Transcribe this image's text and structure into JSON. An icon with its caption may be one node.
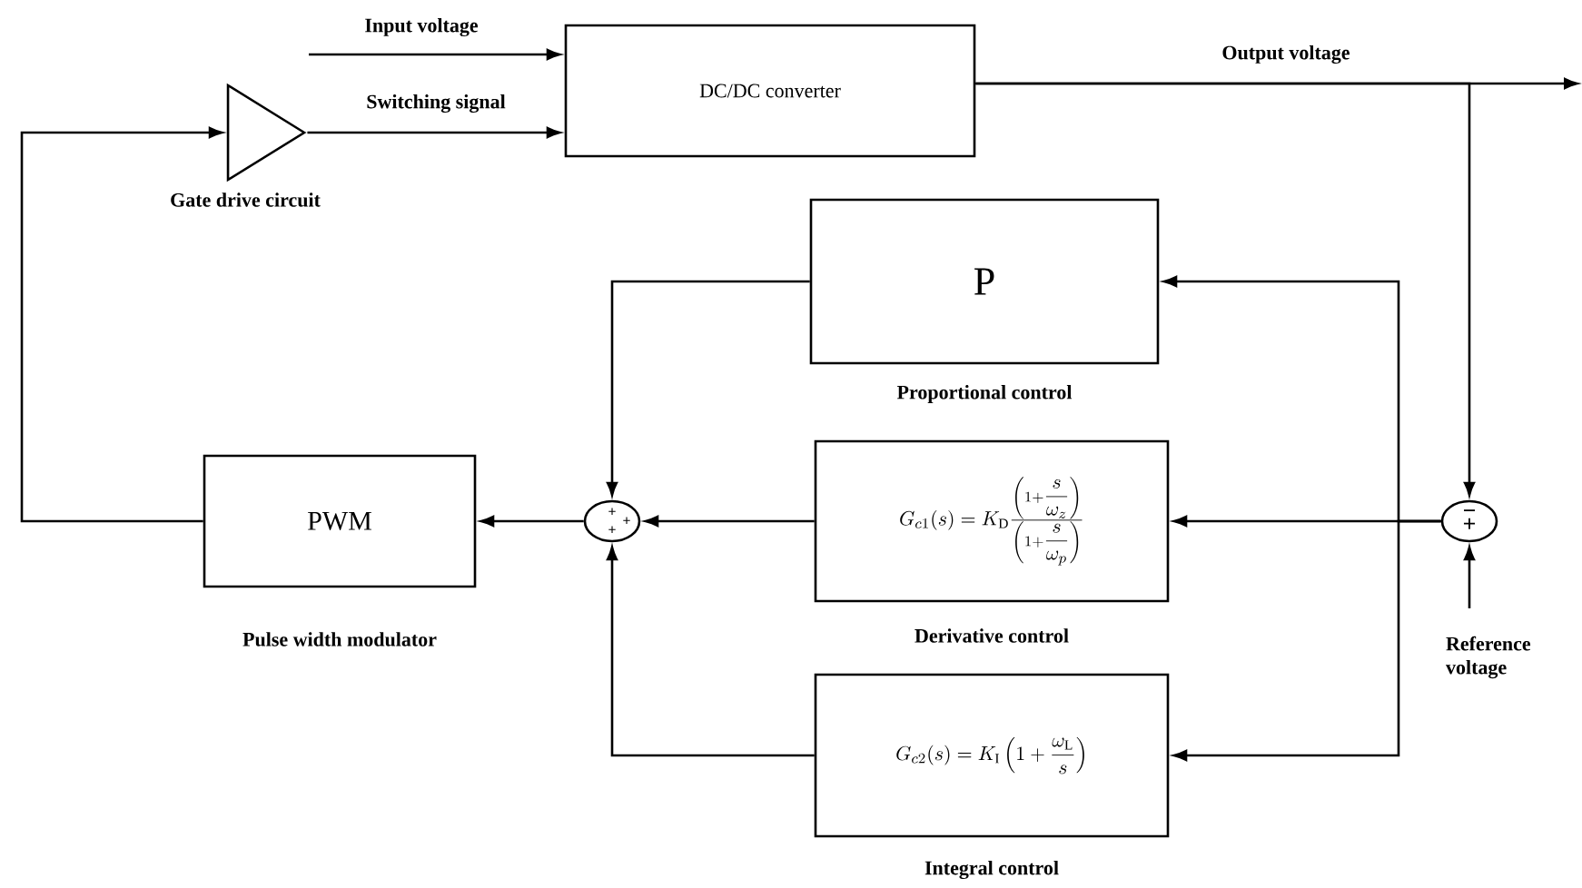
{
  "diagram": {
    "nodes": [
      {
        "text": [
          "DC/DC converter"
        ]
      },
      {
        "text": [],
        "shape": "triangle",
        "beside": [
          "Gate drive circuit"
        ]
      },
      {
        "text": [
          "P"
        ],
        "beside": [
          "Proportional control"
        ]
      },
      {
        "text": [
          "G_{c1}(s) = K_{\\mathrm{D}}\\frac{\\left(1+\\dfrac{s}{\\omega_z}\\right)}{\\left(1+\\dfrac{s}{\\omega_p}\\right)}"
        ],
        "beside": [
          "Derivative control"
        ]
      },
      {
        "text": [
          "G_{c2}(s) = K_{\\mathrm{I}}\\left(1+\\dfrac{\\omega_{\\mathrm{L}}}{s}\\right)"
        ],
        "beside": [
          "Integral control"
        ]
      },
      {
        "text": [
          "PWM"
        ],
        "beside": [
          "Pulse width modulator"
        ]
      },
      {
        "text": [
          "+",
          "+",
          "+"
        ]
      },
      {
        "text": [
          "−",
          "+"
        ]
      }
    ],
    "edges": [
      {
        "from": null,
        "to": 0,
        "arrow": "to",
        "label": "Input voltage"
      },
      {
        "from": 1,
        "to": 0,
        "arrow": "to",
        "label": "Switching signal"
      },
      {
        "from": 0,
        "to": null,
        "arrow": "to",
        "label": "Output voltage"
      },
      {
        "from": 0,
        "to": 7,
        "arrow": "to"
      },
      {
        "from": null,
        "to": 7,
        "arrow": "to",
        "label": "Reference voltage"
      },
      {
        "from": 7,
        "to": 3,
        "arrow": "to"
      },
      {
        "from": 7,
        "to": 2,
        "arrow": "to"
      },
      {
        "from": 7,
        "to": 4,
        "arrow": "to"
      },
      {
        "from": 2,
        "to": 6,
        "arrow": "to"
      },
      {
        "from": 3,
        "to": 6,
        "arrow": "to"
      },
      {
        "from": 4,
        "to": 6,
        "arrow": "to"
      },
      {
        "from": 6,
        "to": 5,
        "arrow": "to"
      },
      {
        "from": 5,
        "to": 1,
        "arrow": "to"
      }
    ]
  }
}
